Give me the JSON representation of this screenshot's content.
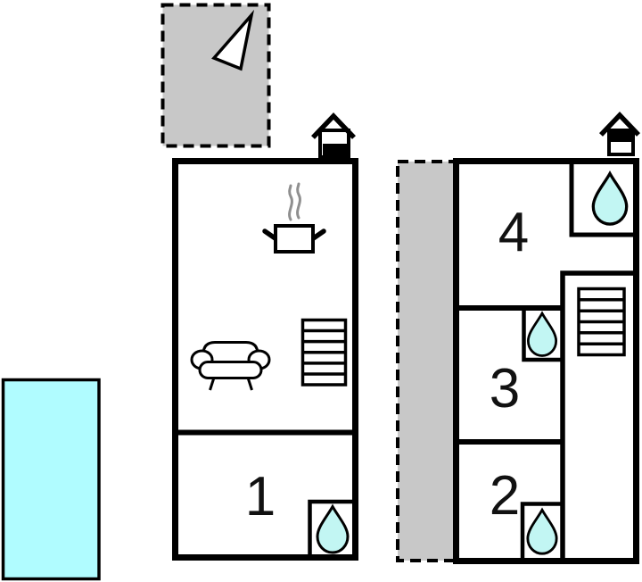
{
  "floorplan": {
    "rooms": [
      {
        "label": "1"
      },
      {
        "label": "2"
      },
      {
        "label": "3"
      },
      {
        "label": "4"
      }
    ],
    "colors": {
      "outline": "#000000",
      "terrace_fill": "#c8c8c8",
      "pool_fill": "#b0fcff",
      "water_drop_fill": "#c2f6f3",
      "steam_gray": "#8f8f8f"
    },
    "icons": {
      "north_arrow": "north-arrow-icon",
      "ground_floor_house": "ground-floor-house-icon",
      "first_floor_house": "first-floor-house-icon",
      "cooking_pot": "cooking-pot-icon",
      "sofa": "sofa-icon",
      "stairs": "stairs-icon",
      "water_drop": "water-drop-icon"
    }
  }
}
